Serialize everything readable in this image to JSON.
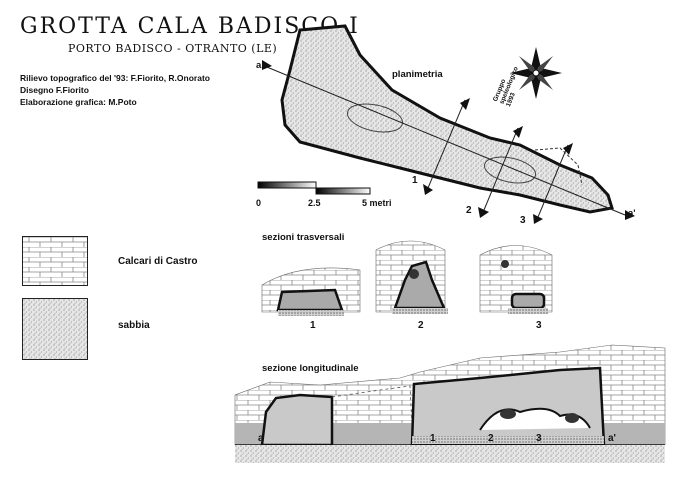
{
  "header": {
    "title": "GROTTA CALA BADISCO I",
    "subtitle": "PORTO BADISCO - OTRANTO (LE)"
  },
  "credits": [
    "Rilievo topografico del '93: F.Fiorito, R.Onorato",
    "Disegno F.Fiorito",
    "Elaborazione grafica: M.Poto"
  ],
  "views": {
    "plan": "planimetria",
    "cross_sections": "sezioni trasversali",
    "longitudinal": "sezione longitudinale"
  },
  "legend": [
    {
      "label": "Calcari di Castro",
      "pattern": "limestone-brick"
    },
    {
      "label": "sabbia",
      "pattern": "sand-dots"
    }
  ],
  "scale": {
    "ticks": [
      "0",
      "2.5",
      "5 metri"
    ]
  },
  "plan_markers": {
    "axis_start": "a",
    "axis_end": "a'",
    "sections": [
      "1",
      "2",
      "3"
    ]
  },
  "cross_section_labels": [
    "1",
    "2",
    "3"
  ],
  "longitudinal_labels": {
    "start": "a",
    "end": "a'",
    "sections": [
      "1",
      "2",
      "3"
    ]
  },
  "stamp": {
    "text_lines": [
      "Gruppo",
      "speleologico",
      "1993"
    ]
  },
  "colors": {
    "ink": "#111111",
    "sand": "#bdbdbd",
    "water": "#9a9a9a",
    "grid": "#888888"
  }
}
